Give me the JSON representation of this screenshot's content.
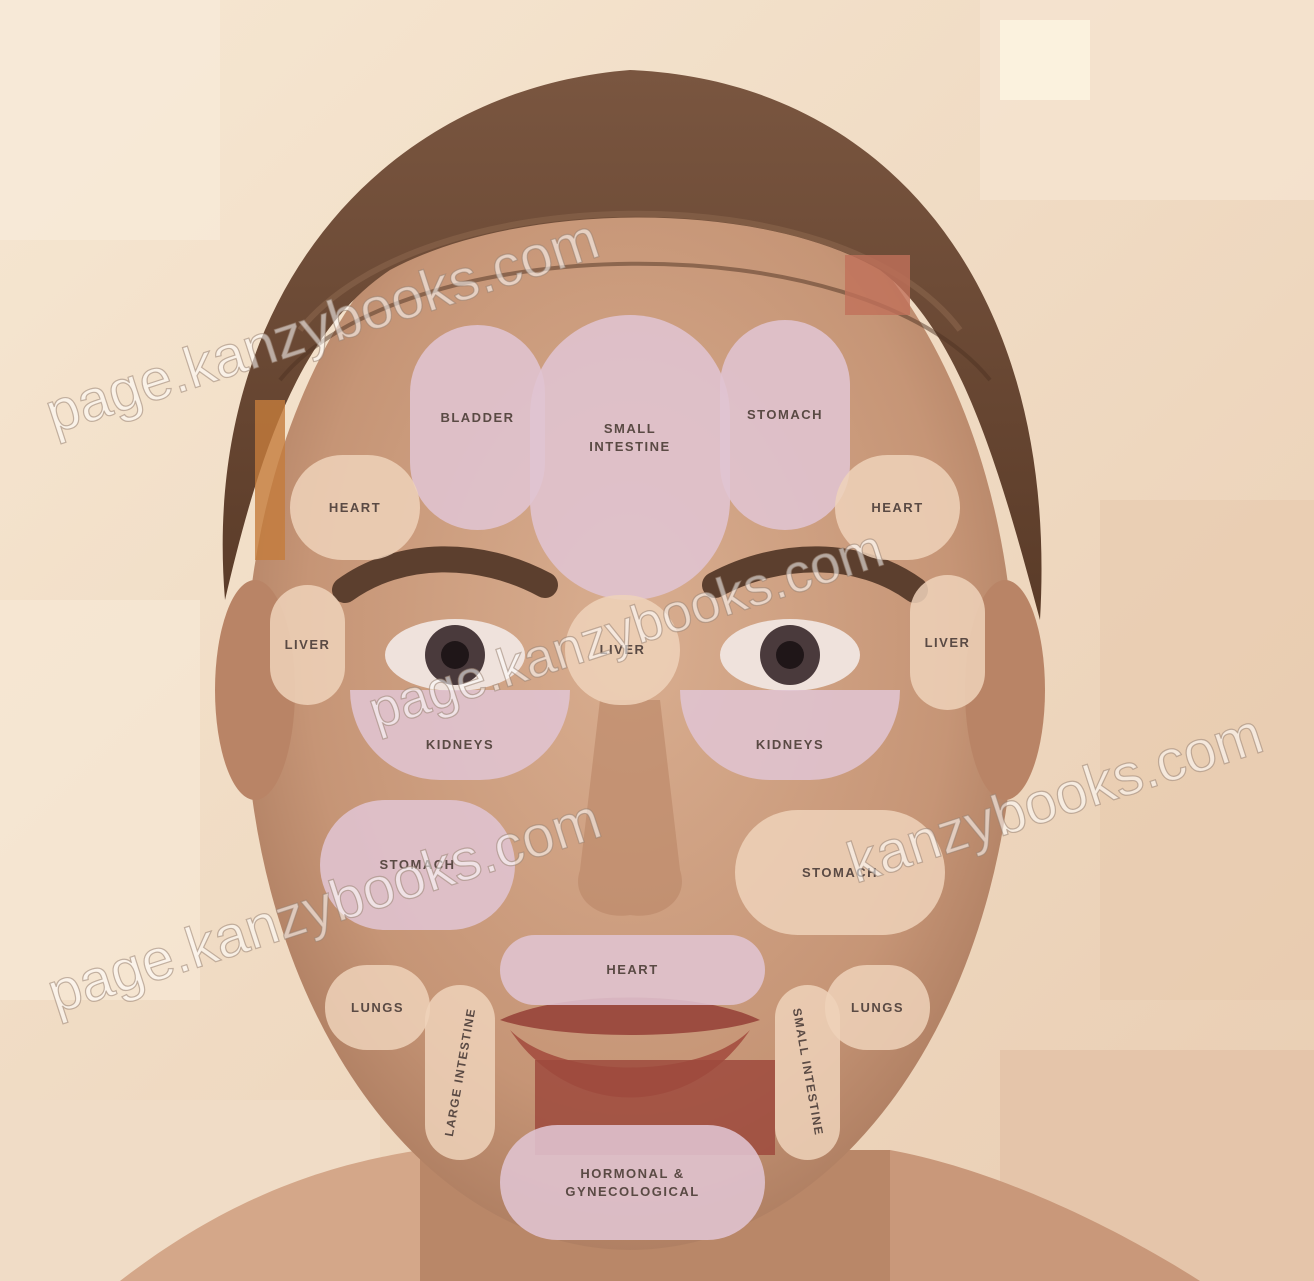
{
  "image": {
    "subject": "face-map-photo"
  },
  "zones": {
    "bladder": "BLADDER",
    "small_intestine": "SMALL\nINTESTINE",
    "stomach_top": "STOMACH",
    "heart_left": "HEART",
    "heart_right": "HEART",
    "liver_left": "LIVER",
    "liver_center": "LIVER",
    "liver_right": "LIVER",
    "kidneys_left": "KIDNEYS",
    "kidneys_right": "KIDNEYS",
    "stomach_left": "STOMACH",
    "stomach_right": "STOMACH",
    "heart_lip": "HEART",
    "lungs_left": "LUNGS",
    "lungs_right": "LUNGS",
    "large_intestine": "LARGE INTESTINE",
    "small_intestine_jaw": "SMALL INTESTINE",
    "hormonal": "HORMONAL &\nGYNECOLOGICAL"
  },
  "watermarks": [
    "page.kanzybooks.com",
    "page.kanzybooks.com",
    "page.kanzybooks.com",
    "kanzybooks.com"
  ],
  "colors": {
    "zone_pink": "#e0c4d2",
    "zone_beige": "#eed2ba",
    "hair": "#6b4a36",
    "skin": "#c99b7c"
  }
}
